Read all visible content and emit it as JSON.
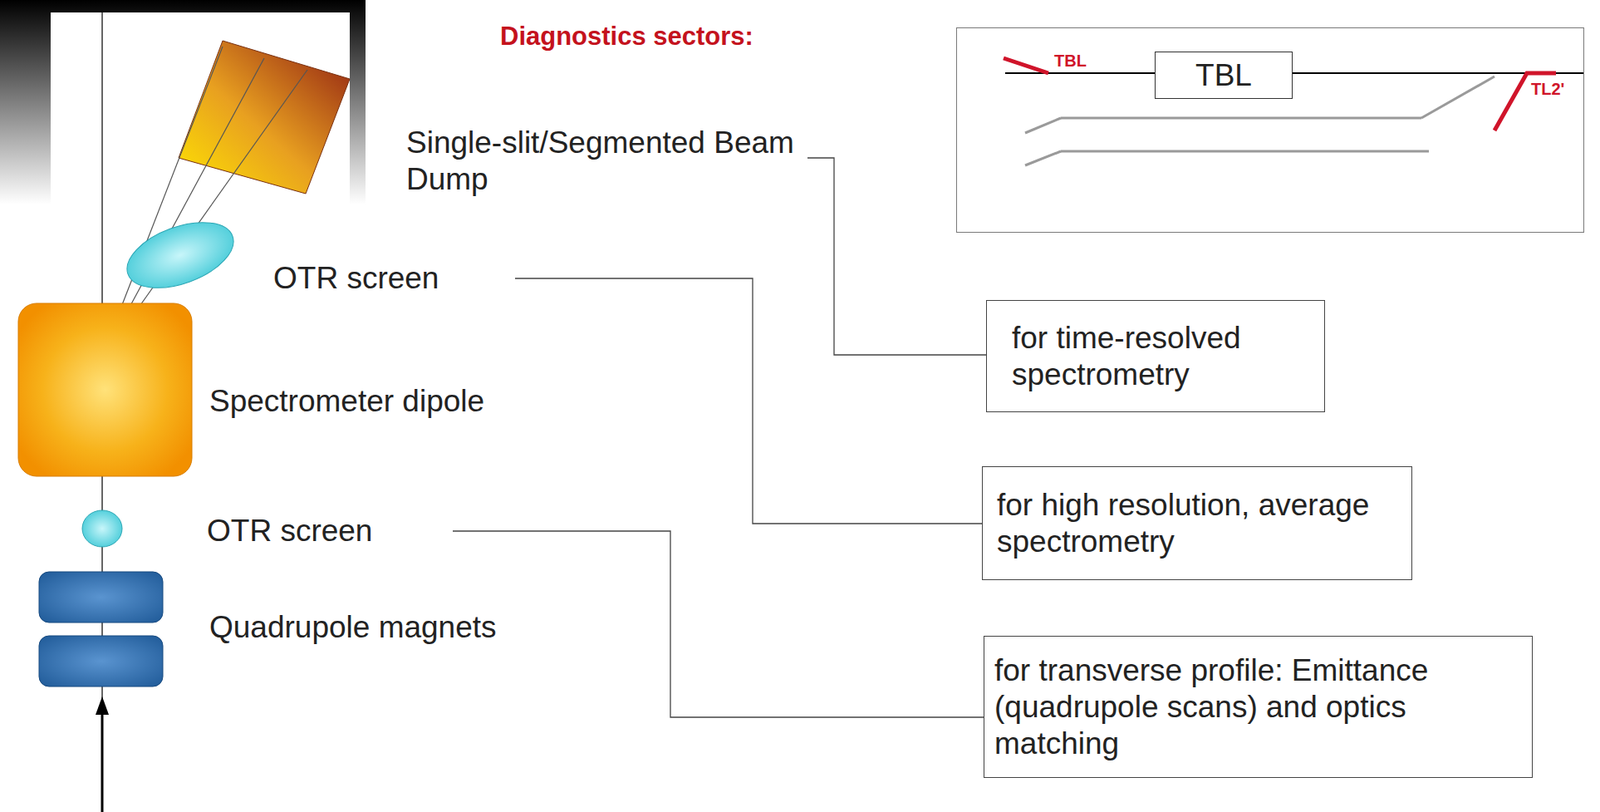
{
  "diagram": {
    "title": "Diagnostics sectors:",
    "nodes": [
      {
        "text": [
          "TBL",
          "TL2'"
        ]
      },
      {
        "text": [
          "TBL"
        ],
        "in": 0
      },
      {
        "text": [
          "for time-resolved spectrometry"
        ]
      },
      {
        "text": [
          "for high resolution, average spectrometry"
        ]
      },
      {
        "text": [
          "for transverse profile: Emittance (quadrupole scans) and optics matching"
        ]
      }
    ],
    "labels": [
      "Single-slit/Segmented Beam Dump",
      "OTR screen",
      "Spectrometer dipole",
      "OTR screen",
      "Quadrupole magnets"
    ]
  }
}
